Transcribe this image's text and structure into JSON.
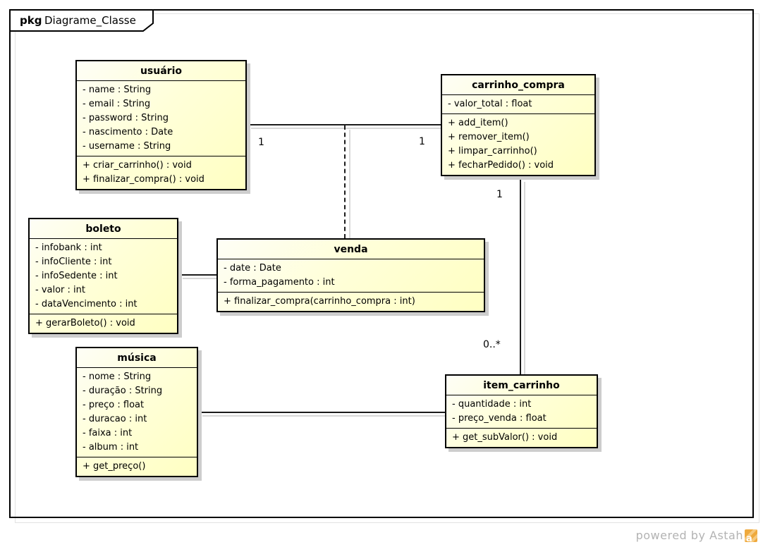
{
  "frame": {
    "keyword": "pkg",
    "name": "Diagrame_Classe"
  },
  "classes": [
    {
      "name": "usuário",
      "attributes": [
        "- name : String",
        "- email : String",
        "- password : String",
        "- nascimento : Date",
        "- username : String"
      ],
      "methods": [
        "+ criar_carrinho() : void",
        "+ finalizar_compra() : void"
      ]
    },
    {
      "name": "carrinho_compra",
      "attributes": [
        "- valor_total : float"
      ],
      "methods": [
        "+ add_item()",
        "+ remover_item()",
        "+ limpar_carrinho()",
        "+ fecharPedido() : void"
      ]
    },
    {
      "name": "boleto",
      "attributes": [
        "- infobank : int",
        "- infoCliente : int",
        "- infoSedente : int",
        "- valor : int",
        "- dataVencimento : int"
      ],
      "methods": [
        "+ gerarBoleto() : void"
      ]
    },
    {
      "name": "venda",
      "attributes": [
        "- date : Date",
        "- forma_pagamento : int"
      ],
      "methods": [
        "+ finalizar_compra(carrinho_compra : int)"
      ]
    },
    {
      "name": "música",
      "attributes": [
        "- nome : String",
        "- duração : String",
        "- preço : float",
        "- duracao : int",
        "- faixa : int",
        "- album : int"
      ],
      "methods": [
        "+ get_preço()"
      ]
    },
    {
      "name": "item_carrinho",
      "attributes": [
        "- quantidade : int",
        "- preço_venda : float"
      ],
      "methods": [
        "+ get_subValor() : void"
      ]
    }
  ],
  "associations": [
    {
      "from": "usuário",
      "to": "carrinho_compra",
      "type": "association",
      "label_from": "1",
      "label_to": "1"
    },
    {
      "from": "usuário–carrinho_compra",
      "to": "venda",
      "type": "dashed-link"
    },
    {
      "from": "boleto",
      "to": "venda",
      "type": "association"
    },
    {
      "from": "carrinho_compra",
      "to": "item_carrinho",
      "type": "association",
      "label_from": "1",
      "label_to": "0..*"
    },
    {
      "from": "música",
      "to": "item_carrinho",
      "type": "association"
    }
  ],
  "watermark": {
    "text": "powered by Astah",
    "icon": "astah-logo",
    "icon_letter": "a"
  },
  "colors": {
    "class_fill": "#ffffc2",
    "class_border": "#000000",
    "shadow": "#cdcdcd",
    "watermark_text": "#b3b3b3",
    "astah_orange": "#efa93c"
  }
}
